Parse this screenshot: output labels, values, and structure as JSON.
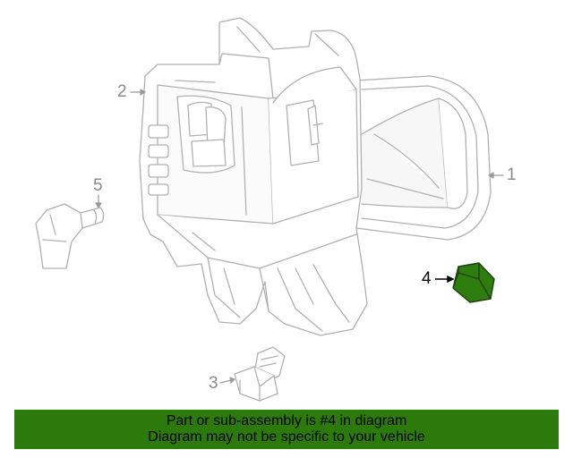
{
  "diagram": {
    "part_labels": {
      "p1": "1",
      "p2": "2",
      "p3": "3",
      "p4": "4",
      "p5": "5"
    },
    "highlighted_part": "4",
    "highlight_color": "#2e7d0f",
    "line_color": "#b0b0b0",
    "callout_color": "#8a8a8a",
    "parts": [
      {
        "label": "1",
        "icon": "housing-duct-icon"
      },
      {
        "label": "2",
        "icon": "housing-body-icon"
      },
      {
        "label": "3",
        "icon": "hex-bolt-icon"
      },
      {
        "label": "4",
        "icon": "hex-nut-icon"
      },
      {
        "label": "5",
        "icon": "connector-icon"
      }
    ]
  },
  "banner": {
    "line1": "Part or sub-assembly is #4 in diagram",
    "line2": "Diagram may not be specific to your vehicle",
    "background": "#2b7a0b"
  }
}
